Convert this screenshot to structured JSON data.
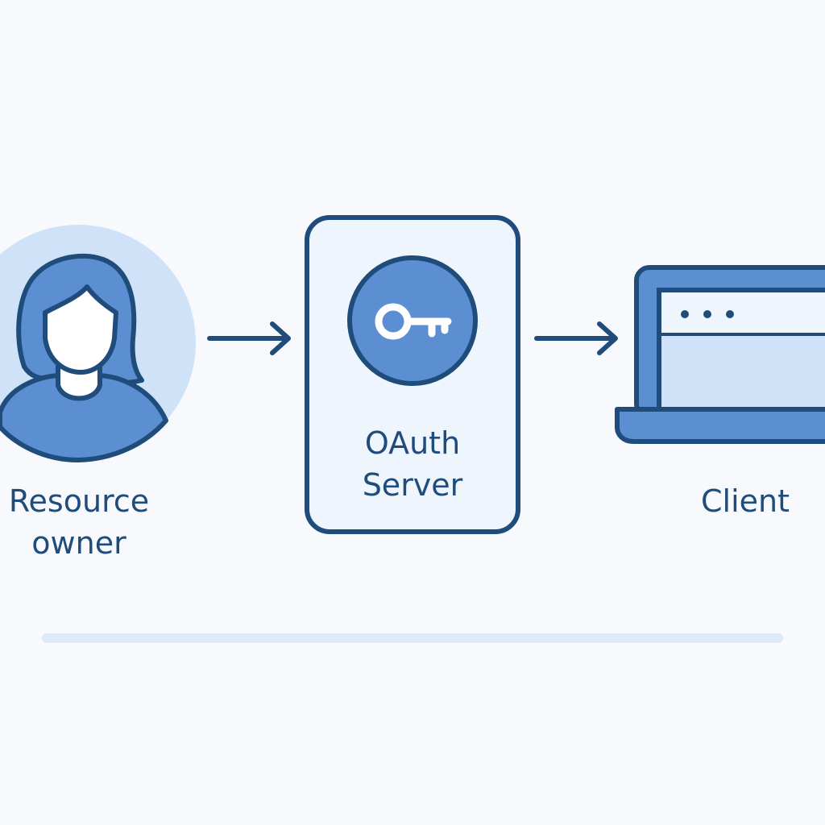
{
  "colors": {
    "background": "#f7f9fc",
    "stroke": "#1f4c7a",
    "accent": "#5b8fd1",
    "light_accent": "#cfe2f8",
    "card_fill": "#eef5fd",
    "white": "#ffffff",
    "divider": "#dce9f8"
  },
  "nodes": {
    "resource_owner": {
      "label_line1": "Resource",
      "label_line2": "owner",
      "icon": "person-icon"
    },
    "oauth_server": {
      "label_line1": "OAuth",
      "label_line2": "Server",
      "icon": "key-icon"
    },
    "client": {
      "label": "Client",
      "icon": "laptop-icon"
    }
  },
  "edges": [
    {
      "from": "resource_owner",
      "to": "oauth_server"
    },
    {
      "from": "oauth_server",
      "to": "client"
    }
  ]
}
